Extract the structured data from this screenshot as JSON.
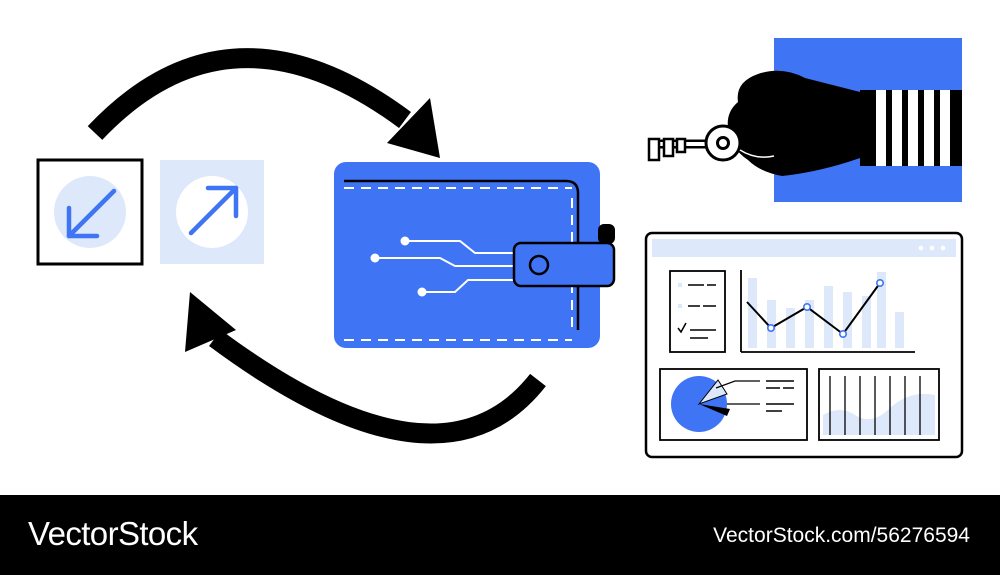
{
  "footer": {
    "brand": "VectorStock",
    "image_id_text": "VectorStock.com/56276594"
  },
  "colors": {
    "accent_blue": "#3f74f5",
    "light_blue": "#dde8fb",
    "black": "#000000",
    "white": "#ffffff"
  },
  "icons": {
    "receive": "arrow-down-left-icon",
    "send": "arrow-up-right-icon",
    "cycle": "cycle-arrows-icon",
    "wallet": "digital-wallet-icon",
    "key": "key-icon"
  },
  "dashboard_line_series": [
    0.2,
    0.55,
    0.1,
    0.95
  ]
}
